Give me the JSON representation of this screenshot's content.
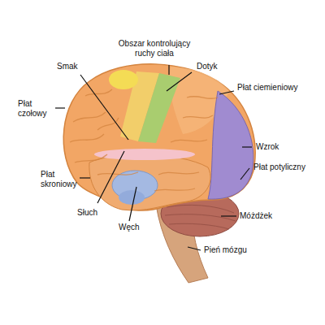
{
  "diagram": {
    "labels": [
      "Obszar kontrolujący ruchy ciała",
      "Smak",
      "Dotyk",
      "Płat ciemieniowy",
      "Płat czołowy",
      "Wzrok",
      "Płat potyliczny",
      "Płat skroniowy",
      "Słuch",
      "Węch",
      "Móżdżek",
      "Pień mózgu"
    ]
  }
}
